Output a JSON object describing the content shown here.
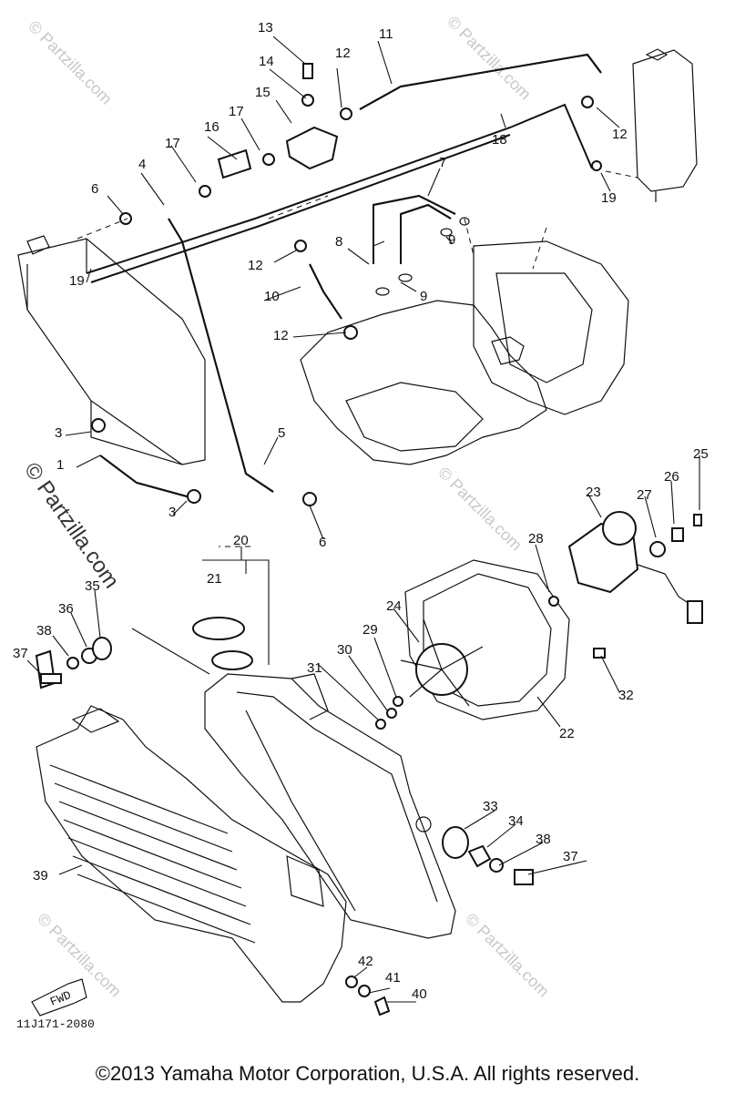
{
  "diagram": {
    "callouts": [
      "1",
      "3",
      "3",
      "4",
      "5",
      "6",
      "6",
      "7",
      "8",
      "9",
      "9",
      "10",
      "11",
      "12",
      "12",
      "12",
      "12",
      "13",
      "14",
      "15",
      "16",
      "17",
      "17",
      "18",
      "19",
      "19",
      "20",
      "21",
      "22",
      "23",
      "24",
      "25",
      "26",
      "27",
      "28",
      "29",
      "30",
      "31",
      "32",
      "33",
      "34",
      "35",
      "36",
      "37",
      "37",
      "38",
      "38",
      "39",
      "40",
      "41",
      "42"
    ],
    "reference_code": "11J171-2080",
    "forward_label": "FWD",
    "watermark": "© Partzilla.com",
    "watermark_small": "© Partzilla.com"
  },
  "footer": {
    "copyright": "©2013  Yamaha Motor Corporation, U.S.A. All rights reserved."
  }
}
